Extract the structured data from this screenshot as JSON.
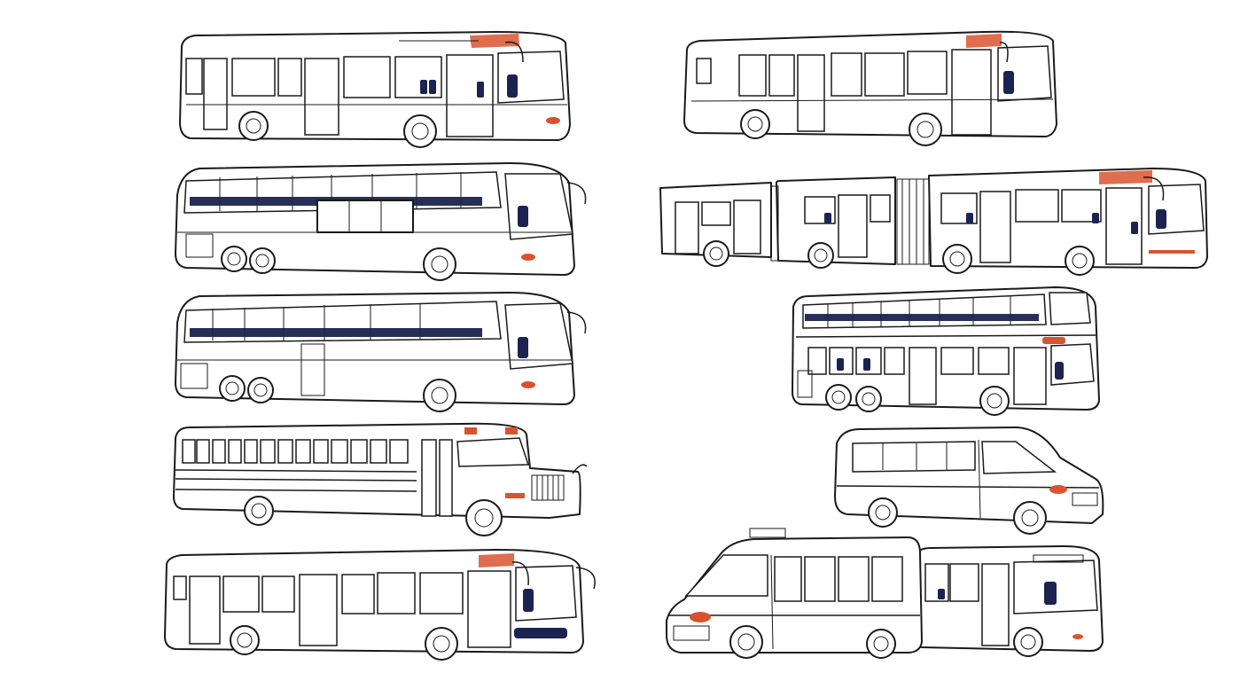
{
  "illustration": {
    "vehicles": [
      {
        "type": "city-bus",
        "position": "row-1-left"
      },
      {
        "type": "city-bus",
        "position": "row-1-right"
      },
      {
        "type": "coach",
        "position": "row-2-left"
      },
      {
        "type": "articulated-bus",
        "position": "row-2-right"
      },
      {
        "type": "coach",
        "position": "row-3-left"
      },
      {
        "type": "double-decker-bus",
        "position": "row-3-right"
      },
      {
        "type": "school-bus",
        "position": "row-4-left"
      },
      {
        "type": "minibus-van",
        "position": "row-4-right"
      },
      {
        "type": "city-bus",
        "position": "row-5-left"
      },
      {
        "type": "van",
        "position": "row-5-right-front"
      },
      {
        "type": "midi-bus",
        "position": "row-5-right-rear"
      }
    ],
    "colors": {
      "outline": "#1a1a1a",
      "seats": "#1b2450",
      "accent": "#d9532f",
      "background": "#ffffff"
    }
  }
}
